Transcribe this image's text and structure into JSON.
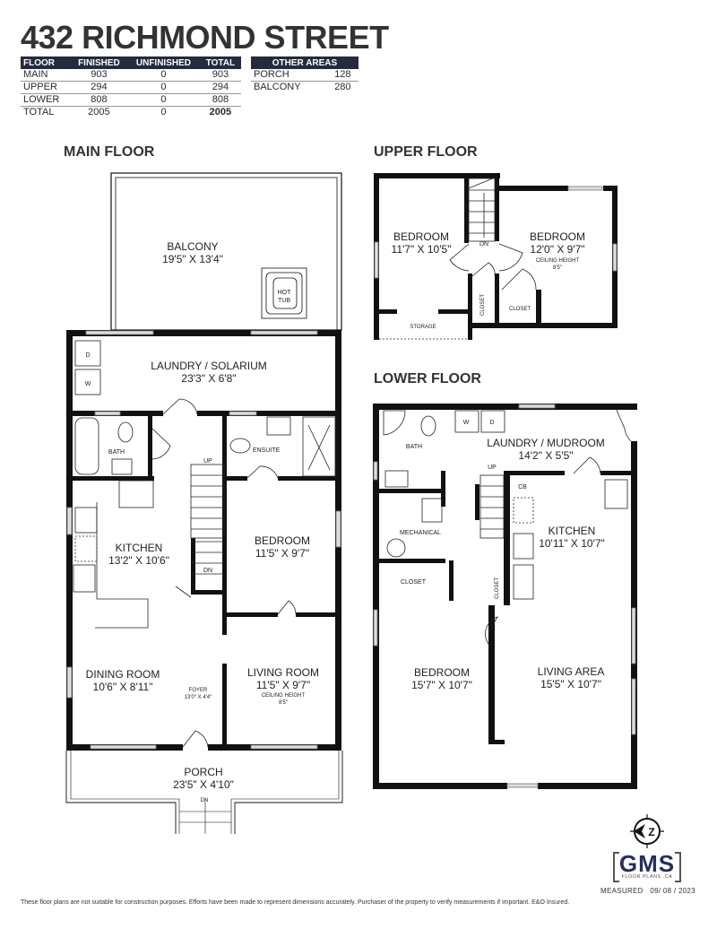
{
  "title": "432 RICHMOND STREET",
  "area_table": {
    "headers": [
      "FLOOR",
      "FINISHED",
      "UNFINISHED",
      "TOTAL"
    ],
    "rows": [
      {
        "floor": "MAIN",
        "finished": "903",
        "unfinished": "0",
        "total": "903"
      },
      {
        "floor": "UPPER",
        "finished": "294",
        "unfinished": "0",
        "total": "294"
      },
      {
        "floor": "LOWER",
        "finished": "808",
        "unfinished": "0",
        "total": "808"
      },
      {
        "floor": "TOTAL",
        "finished": "2005",
        "unfinished": "0",
        "total": "2005"
      }
    ]
  },
  "other_areas": {
    "header": "OTHER AREAS",
    "rows": [
      {
        "name": "PORCH",
        "value": "128"
      },
      {
        "name": "BALCONY",
        "value": "280"
      }
    ]
  },
  "floors": {
    "main": {
      "heading": "MAIN FLOOR",
      "rooms": {
        "balcony": {
          "name": "BALCONY",
          "dims": "19'5\" X 13'4\""
        },
        "hot_tub": {
          "line1": "HOT",
          "line2": "TUB"
        },
        "laundry": {
          "name": "LAUNDRY / SOLARIUM",
          "dims": "23'3\" X 6'8\""
        },
        "dryer": "D",
        "washer": "W",
        "bath": {
          "name": "BATH"
        },
        "ensuite": {
          "name": "ENSUITE"
        },
        "stairs_up": "UP",
        "stairs_dn": "DN",
        "kitchen": {
          "name": "KITCHEN",
          "dims": "13'2\" X 10'6\""
        },
        "bedroom": {
          "name": "BEDROOM",
          "dims": "11'5\" X 9'7\""
        },
        "dining": {
          "name": "DINING ROOM",
          "dims": "10'6\" X 8'11\""
        },
        "foyer": {
          "name": "FOYER",
          "dims": "13'0\" X 4'4\""
        },
        "living": {
          "name": "LIVING ROOM",
          "dims": "11'5\" X 9'7\"",
          "ceiling_label": "CEILING HEIGHT",
          "ceiling": "8'5\""
        },
        "porch": {
          "name": "PORCH",
          "dims": "23'5\" X 4'10\""
        },
        "porch_dn": "DN"
      }
    },
    "upper": {
      "heading": "UPPER FLOOR",
      "rooms": {
        "bedroom1": {
          "name": "BEDROOM",
          "dims": "11'7\" X 10'5\""
        },
        "bedroom2": {
          "name": "BEDROOM",
          "dims": "12'0\" X 9'7\"",
          "ceiling_label": "CEILING HEIGHT",
          "ceiling": "8'5\""
        },
        "stairs_dn": "DN",
        "closet1": "CLOSET",
        "closet2": "CLOSET",
        "storage": "STORAGE"
      }
    },
    "lower": {
      "heading": "LOWER FLOOR",
      "rooms": {
        "bath": {
          "name": "BATH"
        },
        "washer": "W",
        "dryer": "D",
        "laundry": {
          "name": "LAUNDRY / MUDROOM",
          "dims": "14'2\" X 5'5\""
        },
        "stairs_up": "UP",
        "cb": "CB",
        "mechanical": {
          "name": "MECHANICAL"
        },
        "kitchen": {
          "name": "KITCHEN",
          "dims": "10'11\" X 10'7\""
        },
        "closet1": "CLOSET",
        "closet2": "CLOSET",
        "bedroom": {
          "name": "BEDROOM",
          "dims": "15'7\" X 10'7\""
        },
        "living": {
          "name": "LIVING AREA",
          "dims": "15'5\" X 10'7\""
        }
      }
    }
  },
  "branding": {
    "compass_label": "Z",
    "logo": "GMS",
    "logo_sub": "FLOOR PLANS .CA",
    "measured_label": "MEASURED",
    "measured_date": "09/ 08 / 2023"
  },
  "disclaimer": "These floor plans are not suitable for construction purposes. Efforts have been made to represent dimensions accurately.  Purchaser of the property to verify measurements if important.  E&O Insured."
}
